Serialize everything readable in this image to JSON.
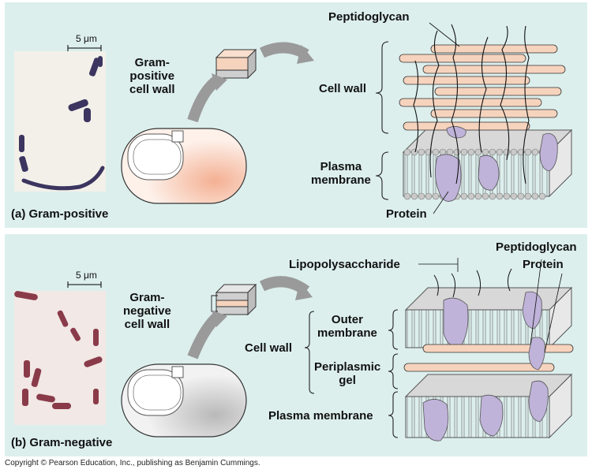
{
  "panel_a": {
    "caption": "(a) Gram-positive",
    "scale_bar": "5 μm",
    "wall_title": "Gram-\npositive\ncell wall",
    "peptidoglycan": "Peptidoglycan",
    "cell_wall": "Cell wall",
    "plasma_membrane": "Plasma\nmembrane",
    "protein": "Protein"
  },
  "panel_b": {
    "caption": "(b) Gram-negative",
    "scale_bar": "5 μm",
    "wall_title": "Gram-\nnegative\ncell wall",
    "lipopolysaccharide": "Lipopolysaccharide",
    "peptidoglycan": "Peptidoglycan",
    "protein": "Protein",
    "cell_wall": "Cell wall",
    "outer_membrane": "Outer\nmembrane",
    "periplasmic_gel": "Periplasmic\ngel",
    "plasma_membrane": "Plasma membrane"
  },
  "copyright": "Copyright © Pearson Education, Inc., publishing as Benjamin Cummings.",
  "colors": {
    "panel_bg": "#dcefed",
    "peptidoglycan": "#f6d3bd",
    "protein": "#bfb3d9",
    "lipid_head": "#c9c9c9",
    "gram_positive_stain": "#3b3560",
    "gram_negative_stain": "#8a3b4a"
  }
}
